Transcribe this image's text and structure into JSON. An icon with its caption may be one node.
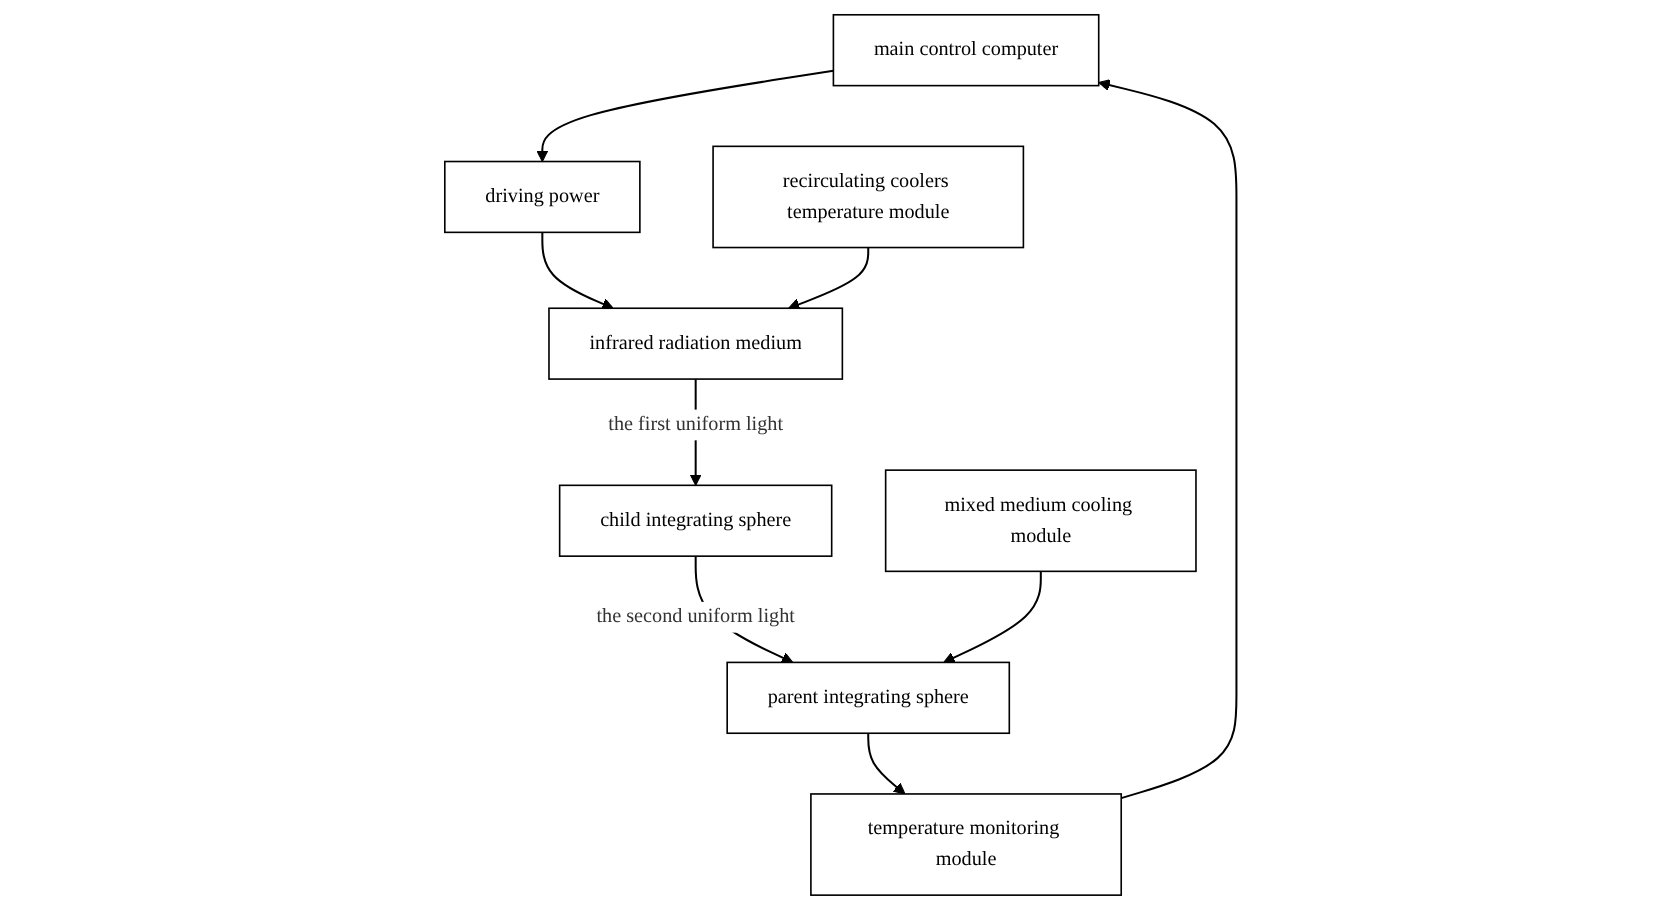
{
  "diagram": {
    "nodes": [
      {
        "text": [
          "main control computer"
        ]
      },
      {
        "text": [
          "driving power"
        ]
      },
      {
        "text": [
          "infrared radiation medium"
        ]
      },
      {
        "text": [
          "recirculating coolers temperature module"
        ]
      },
      {
        "text": [
          "child integrating sphere"
        ]
      },
      {
        "text": [
          "temperature monitoring module"
        ]
      },
      {
        "text": [
          "parent integrating sphere"
        ]
      },
      {
        "text": [
          "mixed medium cooling module"
        ]
      }
    ],
    "edges": [
      {
        "from": 0,
        "to": 1,
        "arrow": "to"
      },
      {
        "from": 1,
        "to": 2,
        "arrow": "to"
      },
      {
        "from": 3,
        "to": 2,
        "arrow": "to"
      },
      {
        "from": 2,
        "to": 4,
        "arrow": "to",
        "label": "the first uniform light"
      },
      {
        "from": 4,
        "to": 6,
        "arrow": "to",
        "label": "the second uniform light"
      },
      {
        "from": 7,
        "to": 6,
        "arrow": "to"
      },
      {
        "from": 6,
        "to": 5,
        "arrow": "to"
      },
      {
        "from": 5,
        "to": 0,
        "arrow": "to"
      }
    ]
  }
}
